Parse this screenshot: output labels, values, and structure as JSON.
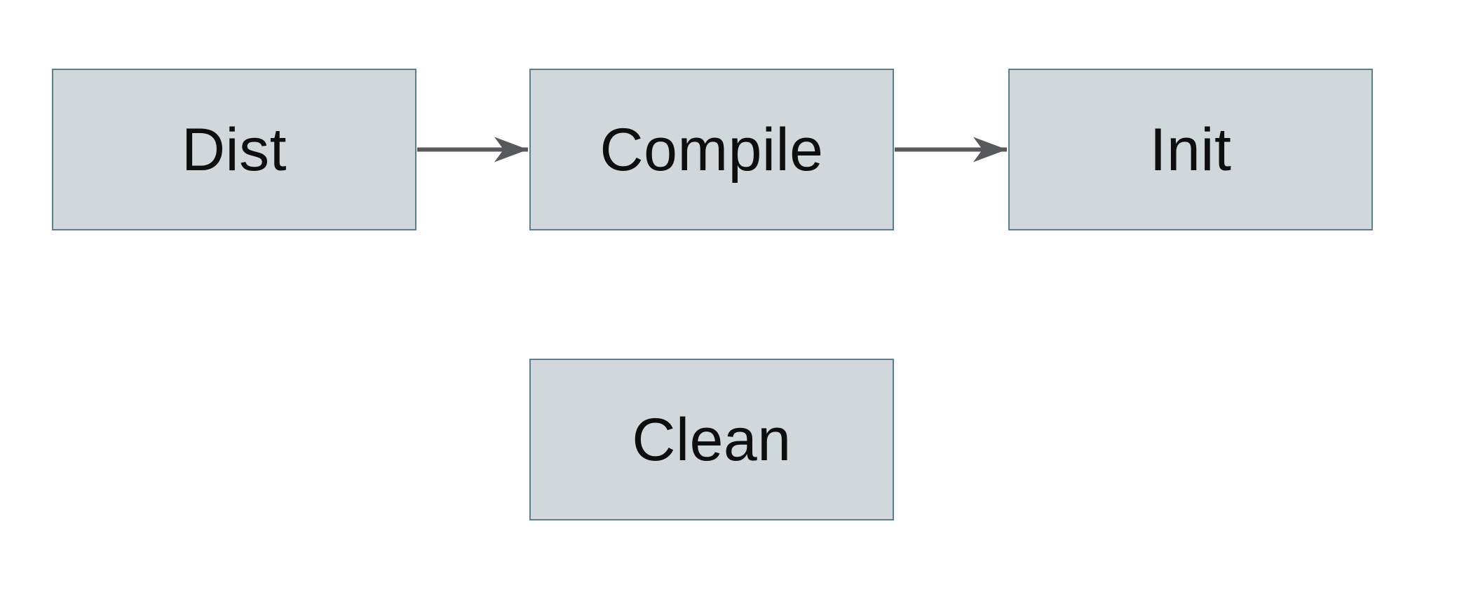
{
  "diagram": {
    "type": "flowchart",
    "nodes": [
      {
        "id": "dist",
        "label": "Dist"
      },
      {
        "id": "compile",
        "label": "Compile"
      },
      {
        "id": "init",
        "label": "Init"
      },
      {
        "id": "clean",
        "label": "Clean"
      }
    ],
    "edges": [
      {
        "from": "dist",
        "to": "compile",
        "style": "arrow-right"
      },
      {
        "from": "compile",
        "to": "init",
        "style": "arrow-right"
      }
    ]
  },
  "colors": {
    "background": "#ffffff",
    "node_fill": "#d1d8db",
    "node_border": "#5f7d8c",
    "node_text": "#0e0e0e",
    "arrow": "#58595c"
  }
}
